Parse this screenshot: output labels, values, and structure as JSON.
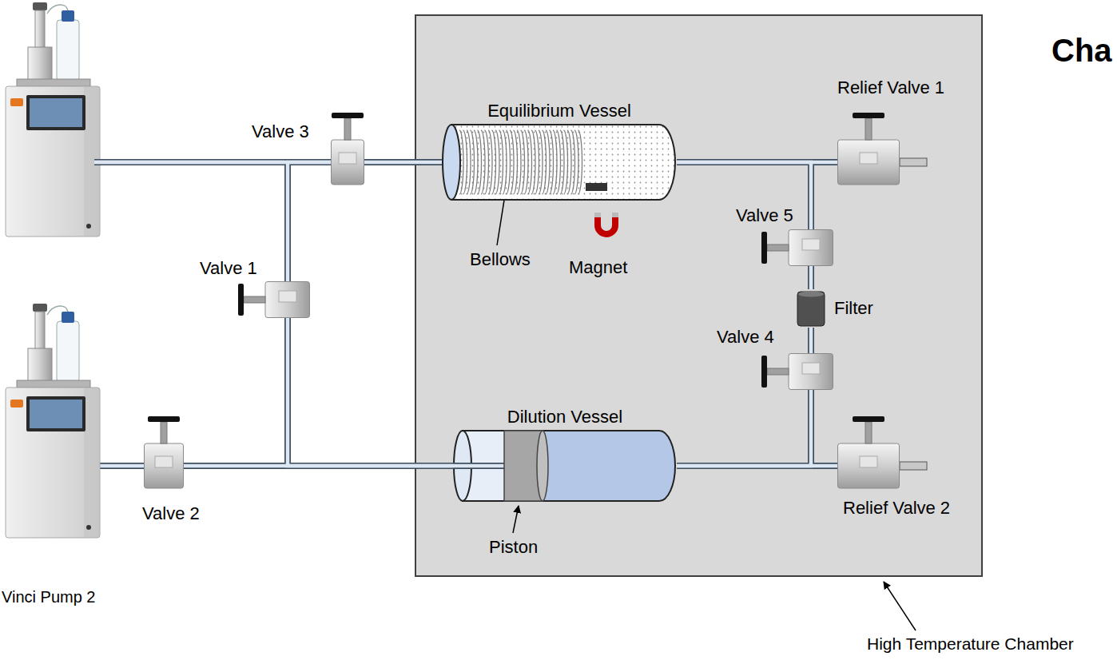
{
  "diagram": {
    "title": "Cha",
    "nodes": [
      {
        "text": [
          "High Temperature Chamber"
        ]
      },
      {
        "text": [
          "Equilibrium Vessel"
        ],
        "in": 0
      },
      {
        "text": [
          "Relief Valve 1"
        ],
        "in": 0
      },
      {
        "text": [
          "Valve 5"
        ],
        "in": 0
      },
      {
        "text": [
          "Filter"
        ],
        "in": 0
      },
      {
        "text": [
          "Valve 4"
        ],
        "in": 0
      },
      {
        "text": [
          "Dilution Vessel"
        ],
        "in": 0
      },
      {
        "text": [
          "Relief Valve 2"
        ],
        "in": 0
      },
      {
        "text": [
          "Valve 3"
        ]
      },
      {
        "text": [
          "Valve 1"
        ]
      },
      {
        "text": [
          "Valve 2"
        ]
      },
      {
        "text": [
          "Vinci Pump 2"
        ]
      }
    ],
    "edges": [
      {
        "from": 11,
        "to": 10,
        "arrow": "none"
      },
      {
        "from": 10,
        "to": 6,
        "arrow": "none"
      },
      {
        "from": 9,
        "to": 8,
        "arrow": "none"
      },
      {
        "from": 9,
        "to": 6,
        "arrow": "none"
      },
      {
        "from": 8,
        "to": 1,
        "arrow": "none"
      },
      {
        "from": 1,
        "to": 2,
        "arrow": "none"
      },
      {
        "from": 1,
        "to": 3,
        "arrow": "none"
      },
      {
        "from": 3,
        "to": 4,
        "arrow": "none"
      },
      {
        "from": 4,
        "to": 5,
        "arrow": "none"
      },
      {
        "from": 5,
        "to": 6,
        "arrow": "none"
      },
      {
        "from": 6,
        "to": 7,
        "arrow": "none"
      }
    ],
    "labels": [
      "Bellows",
      "Magnet",
      "Piston"
    ]
  }
}
